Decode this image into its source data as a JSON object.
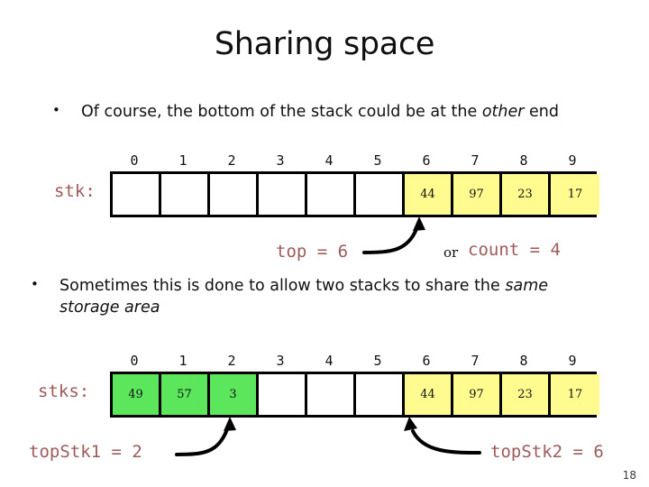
{
  "slide": {
    "title": "Sharing space",
    "page_number": "18"
  },
  "bullets": [
    {
      "marker": "•",
      "text_before": "Of course, the bottom of the stack could be at the ",
      "text_italic": "other",
      "text_after": " end"
    },
    {
      "marker": "•",
      "text_before": "Sometimes this is done to allow two stacks to share the ",
      "text_italic": "same storage area",
      "text_after": ""
    }
  ],
  "arrays": [
    {
      "name": "stk-array",
      "label": "stk:",
      "indices": [
        "0",
        "1",
        "2",
        "3",
        "4",
        "5",
        "6",
        "7",
        "8",
        "9"
      ],
      "cells": [
        {
          "value": "",
          "fill": "white"
        },
        {
          "value": "",
          "fill": "white"
        },
        {
          "value": "",
          "fill": "white"
        },
        {
          "value": "",
          "fill": "white"
        },
        {
          "value": "",
          "fill": "white"
        },
        {
          "value": "",
          "fill": "white"
        },
        {
          "value": "44",
          "fill": "yellow"
        },
        {
          "value": "97",
          "fill": "yellow"
        },
        {
          "value": "23",
          "fill": "yellow"
        },
        {
          "value": "17",
          "fill": "yellow"
        }
      ]
    },
    {
      "name": "stks-array",
      "label": "stks:",
      "indices": [
        "0",
        "1",
        "2",
        "3",
        "4",
        "5",
        "6",
        "7",
        "8",
        "9"
      ],
      "cells": [
        {
          "value": "49",
          "fill": "green"
        },
        {
          "value": "57",
          "fill": "green"
        },
        {
          "value": "3",
          "fill": "green"
        },
        {
          "value": "",
          "fill": "white"
        },
        {
          "value": "",
          "fill": "white"
        },
        {
          "value": "",
          "fill": "white"
        },
        {
          "value": "44",
          "fill": "yellow"
        },
        {
          "value": "97",
          "fill": "yellow"
        },
        {
          "value": "23",
          "fill": "yellow"
        },
        {
          "value": "17",
          "fill": "yellow"
        }
      ]
    }
  ],
  "annotations": {
    "top_eq_6": "top = 6",
    "or_word": "or",
    "count_eq_4": "count = 4",
    "top_stk1": "topStk1 = 2",
    "top_stk2": "topStk2 = 6"
  },
  "colors": {
    "code_text": "#9E5B5B",
    "cell_yellow": "#FFFB8F",
    "cell_green": "#5CE65C",
    "outline": "#000000"
  }
}
